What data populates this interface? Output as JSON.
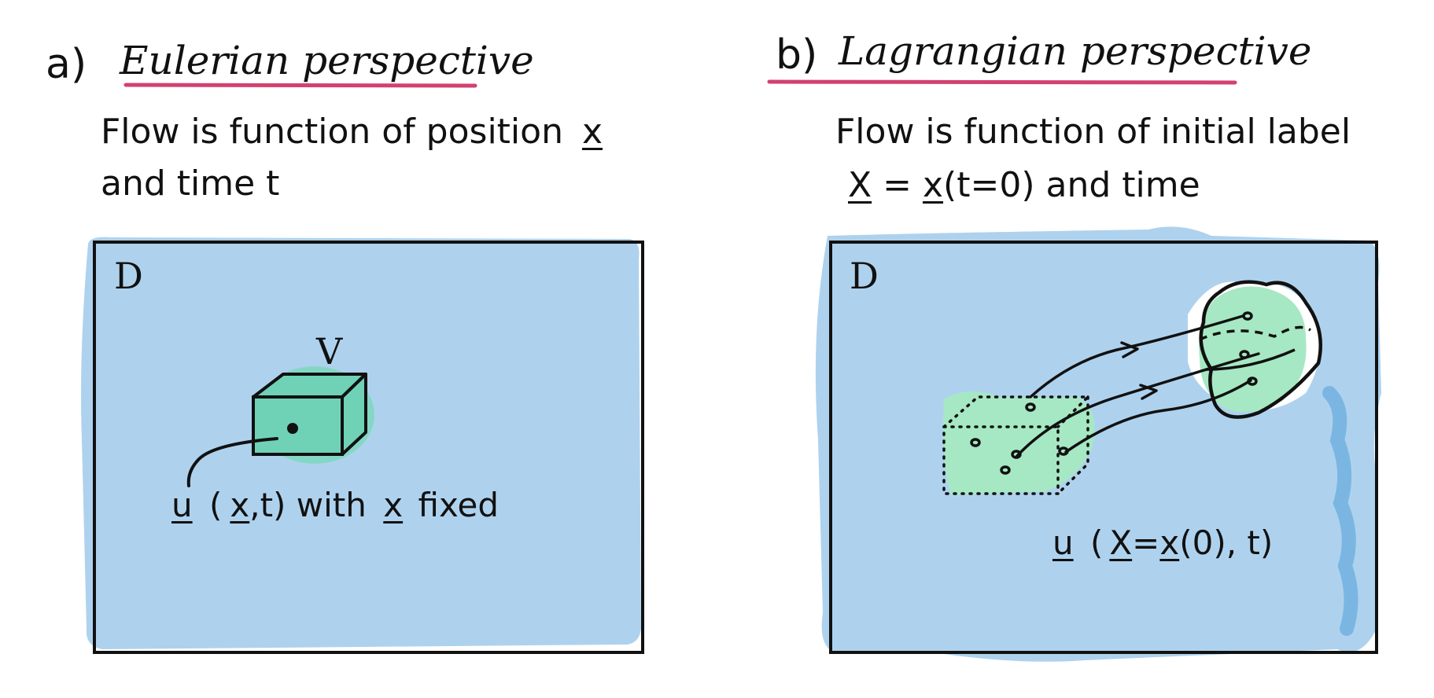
{
  "colors": {
    "domain_fill": "#aed2ee",
    "domain_edge": "#8fc0e6",
    "box_teal": "#6fd2b7",
    "blob_green": "#a6e8c3",
    "title_underline": "#d2416f",
    "ink": "#111111"
  },
  "panel_a": {
    "letter": "a)",
    "title": "Eulerian perspective",
    "line1_pre": "Flow is function of position",
    "line1_var": "x",
    "line2": "and time  t",
    "domain_label": "D",
    "volume_label": "V",
    "formula_u": "u",
    "formula_open": "(",
    "formula_x": "x",
    "formula_mid": ",t)  with",
    "formula_x2": "x",
    "formula_end": "fixed"
  },
  "panel_b": {
    "letter": "b)",
    "title": "Lagrangian perspective",
    "line1": "Flow is function of initial label",
    "line2_X": "X",
    "line2_eq": " = ",
    "line2_x": "x",
    "line2_rest": "(t=0)  and time",
    "domain_label": "D",
    "formula_u": "u",
    "formula_open": "(",
    "formula_X": "X",
    "formula_eq": "=",
    "formula_x": "x",
    "formula_rest": "(0), t)"
  }
}
